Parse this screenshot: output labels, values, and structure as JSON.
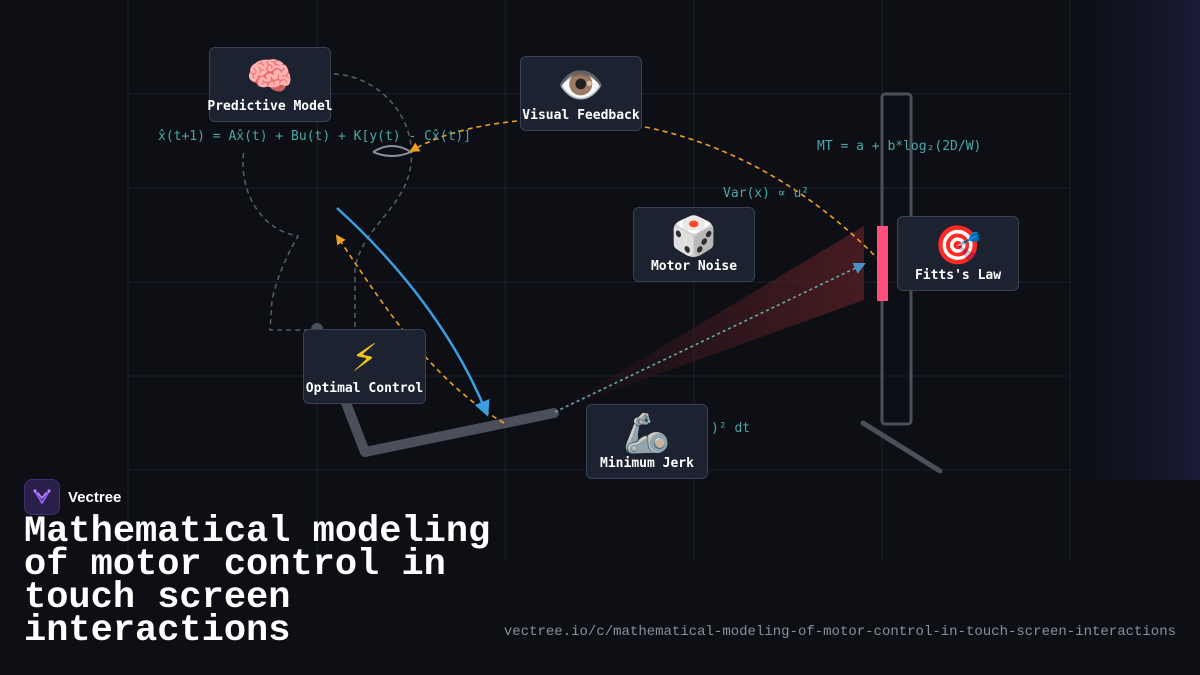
{
  "nodes": {
    "predictive_model": {
      "icon": "🧠",
      "icon_name": "brain-icon",
      "label": "Predictive Model"
    },
    "visual_feedback": {
      "icon": "👁️",
      "icon_name": "eye-icon",
      "label": "Visual Feedback"
    },
    "motor_noise": {
      "icon": "🎲",
      "icon_name": "dice-icon",
      "label": "Motor Noise"
    },
    "fitts_law": {
      "icon": "🎯",
      "icon_name": "target-icon",
      "label": "Fitts's Law"
    },
    "optimal_control": {
      "icon": "⚡",
      "icon_name": "lightning-icon",
      "label": "Optimal Control"
    },
    "minimum_jerk": {
      "icon": "🦾",
      "icon_name": "robot-arm-icon",
      "label": "Minimum Jerk"
    }
  },
  "equations": {
    "kalman": "x̂(t+1) = Ax̂(t) + Bu(t) + K[y(t) - Cx̂(t)]",
    "fitts": "MT = a + b*log₂(2D/W)",
    "variance": "Var(x) ∝ u²",
    "jerk": ")² dt"
  },
  "brand": {
    "name": "Vectree"
  },
  "title": "Mathematical modeling of motor control in touch screen interactions",
  "url": "vectree.io/c/mathematical-modeling-of-motor-control-in-touch-screen-interactions",
  "colors": {
    "background": "#0d0f15",
    "node_fill": "#1c2230",
    "node_border": "#384358",
    "accent_orange": "#f0a020",
    "accent_blue": "#3a9ee0",
    "accent_teal": "#4aa8a8",
    "target_pink": "#ff4f7a",
    "brand_purple": "#8b5cf6"
  }
}
